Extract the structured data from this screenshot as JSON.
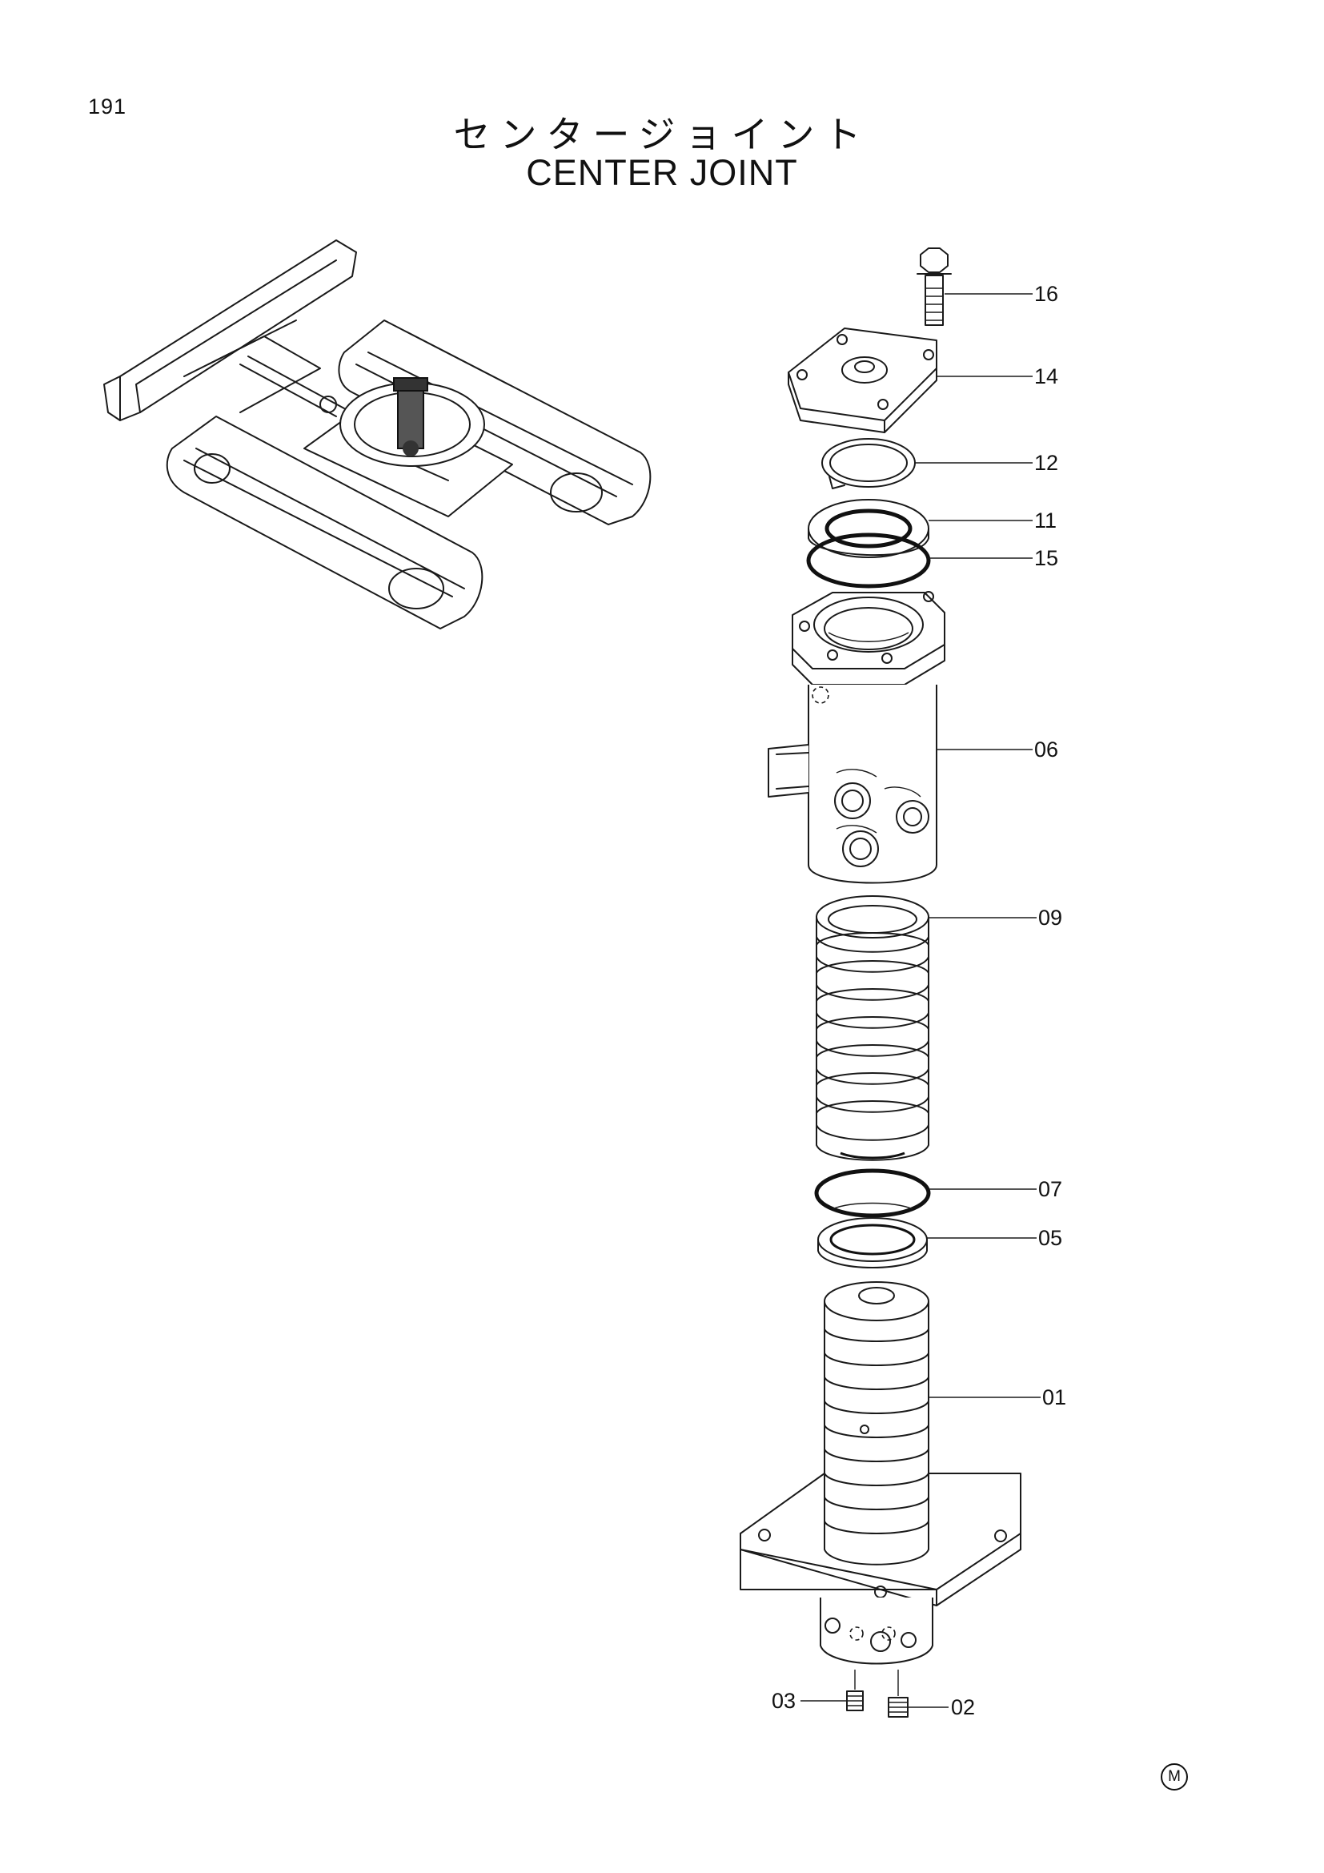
{
  "page_number": "191",
  "title_japanese": "センタージョイント",
  "title_english": "CENTER JOINT",
  "part_callouts": [
    {
      "label": "16"
    },
    {
      "label": "14"
    },
    {
      "label": "12"
    },
    {
      "label": "11"
    },
    {
      "label": "15"
    },
    {
      "label": "06"
    },
    {
      "label": "09"
    },
    {
      "label": "07"
    },
    {
      "label": "05"
    },
    {
      "label": "01"
    },
    {
      "label": "03"
    },
    {
      "label": "02"
    }
  ],
  "corner_mark": "M"
}
